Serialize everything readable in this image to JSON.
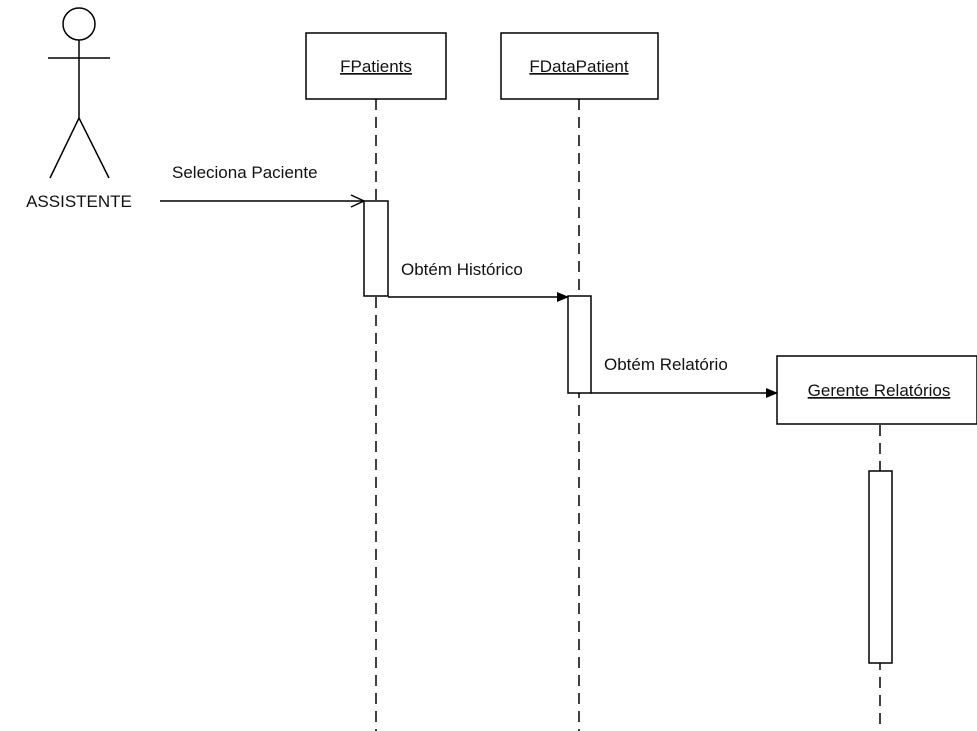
{
  "actor": {
    "label": "ASSISTENTE"
  },
  "objects": [
    {
      "id": "fpatients",
      "label": "FPatients"
    },
    {
      "id": "fdatapatient",
      "label": "FDataPatient"
    },
    {
      "id": "gerente",
      "label": "Gerente Relatórios"
    }
  ],
  "messages": [
    {
      "label": "Seleciona Paciente"
    },
    {
      "label": "Obtém Histórico"
    },
    {
      "label": "Obtém Relatório"
    }
  ]
}
